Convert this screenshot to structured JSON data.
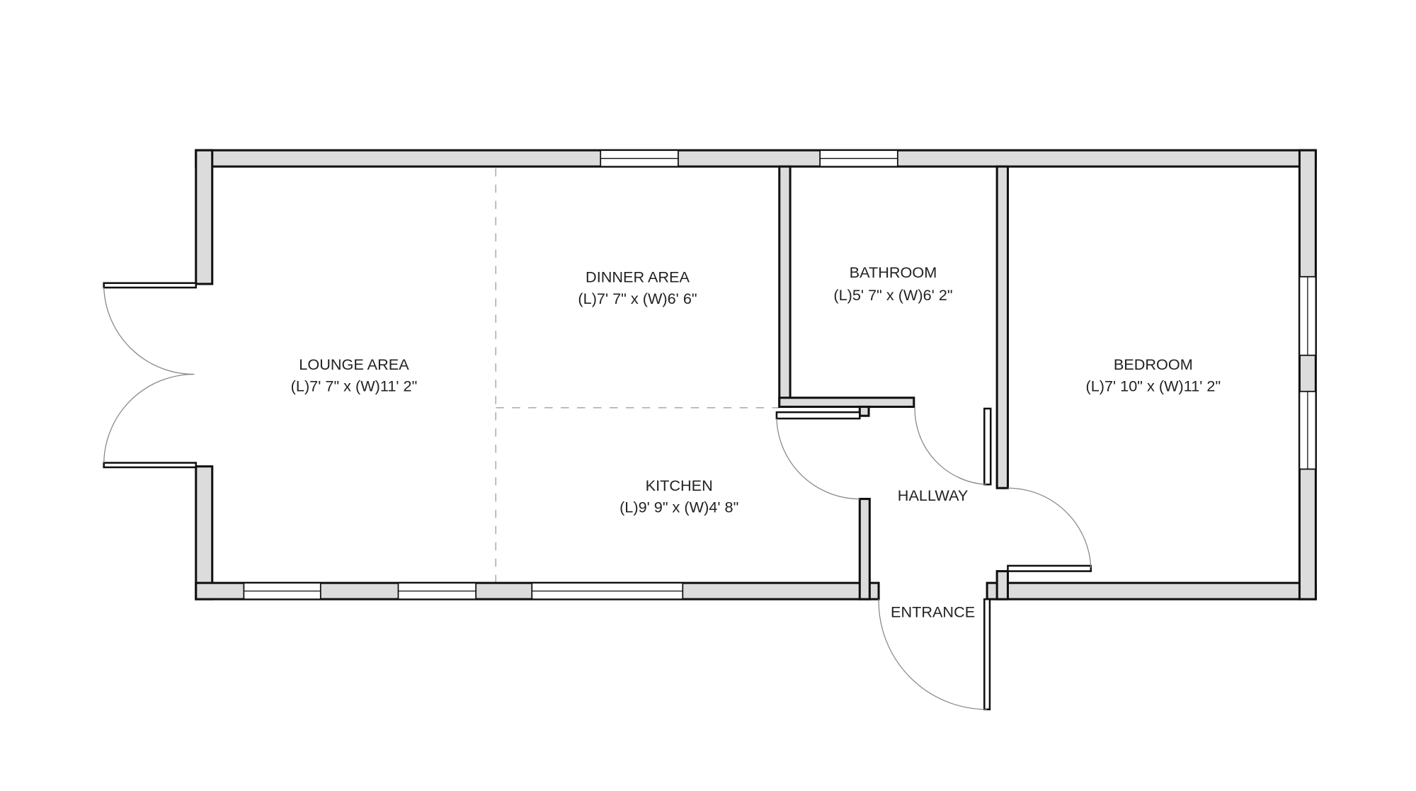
{
  "floorplan": {
    "rooms": [
      {
        "name": "LOUNGE AREA",
        "dims": "(L)7' 7\" x (W)11' 2\""
      },
      {
        "name": "DINNER AREA",
        "dims": "(L)7' 7\" x (W)6' 6\""
      },
      {
        "name": "BATHROOM",
        "dims": "(L)5' 7\" x (W)6' 2\""
      },
      {
        "name": "BEDROOM",
        "dims": "(L)7' 10\" x (W)11' 2\""
      },
      {
        "name": "KITCHEN",
        "dims": "(L)9' 9\" x (W)4' 8\""
      },
      {
        "name": "HALLWAY"
      },
      {
        "name": "ENTRANCE"
      }
    ],
    "colors": {
      "wall_fill": "#dcdcdc",
      "wall_line": "#111111"
    }
  }
}
